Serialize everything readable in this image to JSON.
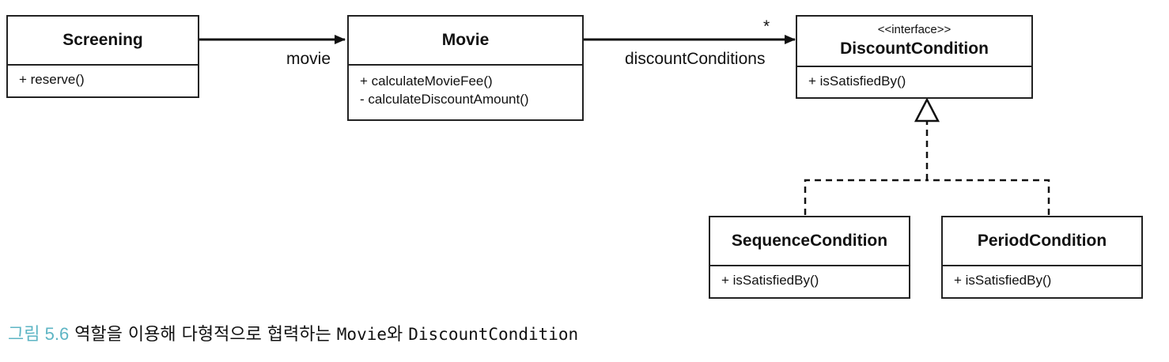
{
  "classes": {
    "screening": {
      "title": "Screening",
      "members": [
        "+ reserve()"
      ]
    },
    "movie": {
      "title": "Movie",
      "members": [
        "+ calculateMovieFee()",
        "- calculateDiscountAmount()"
      ]
    },
    "discount_condition": {
      "stereotype": "<<interface>>",
      "title": "DiscountCondition",
      "members": [
        "+ isSatisfiedBy()"
      ]
    },
    "sequence_condition": {
      "title": "SequenceCondition",
      "members": [
        "+ isSatisfiedBy()"
      ]
    },
    "period_condition": {
      "title": "PeriodCondition",
      "members": [
        "+ isSatisfiedBy()"
      ]
    }
  },
  "associations": {
    "screening_movie": {
      "role": "movie"
    },
    "movie_discount": {
      "role": "discountConditions",
      "multiplicity": "*"
    }
  },
  "caption": {
    "figure": "그림 5.6",
    "text_before": "역할을 이용해 다형적으로 협력하는",
    "code1": "Movie",
    "text_middle": "와",
    "code2": "DiscountCondition",
    "figure_color": "#5eb5c4"
  }
}
